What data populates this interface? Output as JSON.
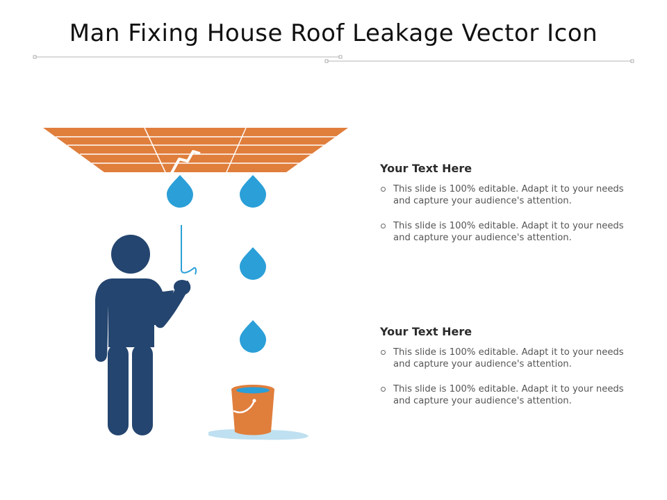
{
  "title": "Man Fixing House Roof Leakage Vector Icon",
  "colors": {
    "roof": "#E07E3C",
    "drop": "#2A9FD8",
    "person": "#24456F",
    "bucket": "#E07E3C",
    "puddle": "#BFE0F0"
  },
  "blocks": [
    {
      "heading": "Your Text Here",
      "bullets": [
        "This slide is 100% editable. Adapt it to your needs and capture your audience's attention.",
        "This slide is 100% editable. Adapt it to your needs and capture your audience's attention."
      ]
    },
    {
      "heading": "Your Text Here",
      "bullets": [
        "This slide is 100% editable. Adapt it to your needs and capture your audience's attention.",
        "This slide is 100% editable. Adapt it to your needs and capture your audience's attention."
      ]
    }
  ]
}
